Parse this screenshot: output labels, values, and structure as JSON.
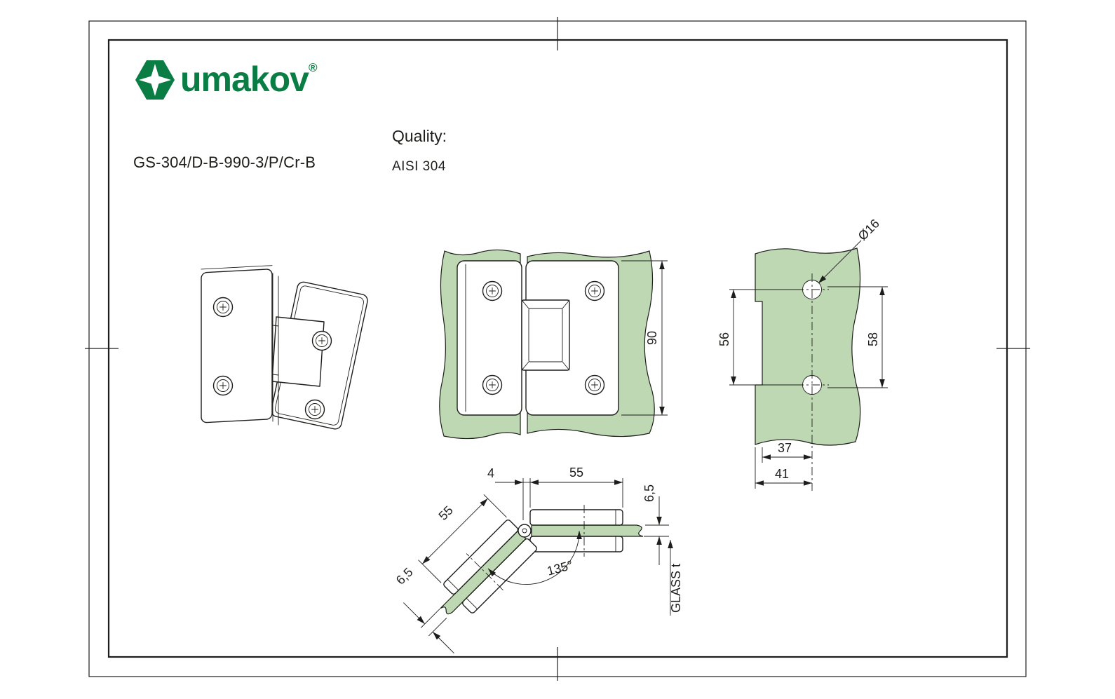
{
  "header": {
    "brand": "umakov",
    "registered": "®",
    "product_code": "GS-304/D-B-990-3/P/Cr-B",
    "quality_label": "Quality:",
    "quality_value": "AISI 304"
  },
  "colors": {
    "brand_green": "#0a7d44",
    "glass_green": "#bdd8b2",
    "line": "#1d1d1b"
  },
  "views": {
    "front": {
      "dim_height": "90"
    },
    "glass_prep": {
      "hole_diameter": "Ø16",
      "dim_hole_spacing": "56",
      "dim_right": "58",
      "dim_notch_to_hole": "37",
      "dim_edge_to_hole": "41"
    },
    "section": {
      "dim_gap": "4",
      "dim_plate_top": "55",
      "dim_plate_diag": "55",
      "dim_glass_diag": "6,5",
      "dim_glass_right": "6,5",
      "dim_angle": "135°",
      "glass_note": "GLASS t"
    }
  }
}
